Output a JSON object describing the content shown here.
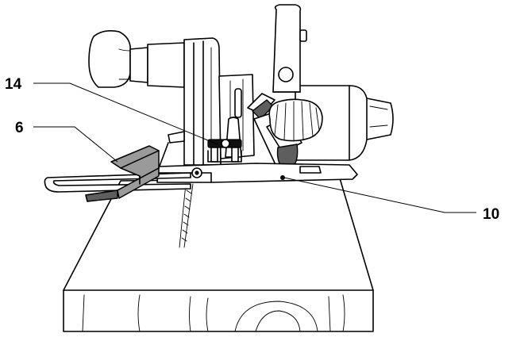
{
  "callouts": [
    {
      "id": "c14",
      "label": "14"
    },
    {
      "id": "c6",
      "label": "6"
    },
    {
      "id": "c10",
      "label": "10"
    }
  ]
}
